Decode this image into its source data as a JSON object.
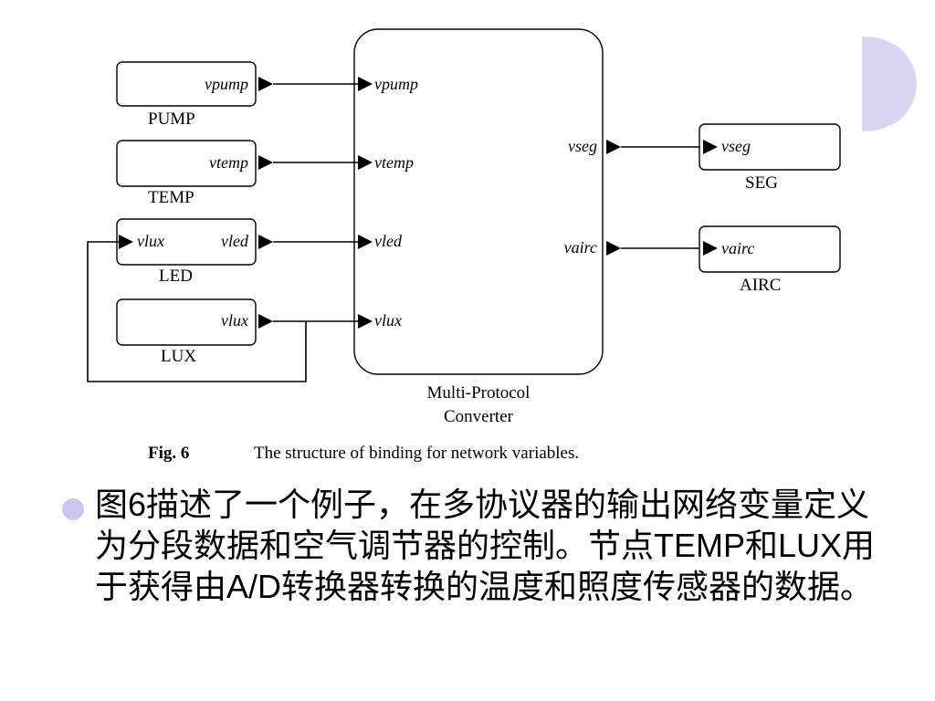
{
  "diagram": {
    "left_nodes": [
      {
        "id": "pump",
        "name": "PUMP",
        "inner": "vpump",
        "out_var": "vpump"
      },
      {
        "id": "temp",
        "name": "TEMP",
        "inner": "vtemp",
        "out_var": "vtemp"
      },
      {
        "id": "led",
        "name": "LED",
        "inner_left": "vlux",
        "inner": "vled",
        "out_var": "vled"
      },
      {
        "id": "lux",
        "name": "LUX",
        "inner": "vlux",
        "out_var": "vlux"
      }
    ],
    "converter": {
      "name_line1": "Multi-Protocol",
      "name_line2": "Converter",
      "inputs": [
        "vpump",
        "vtemp",
        "vled",
        "vlux"
      ],
      "outputs": [
        "vseg",
        "vairc"
      ]
    },
    "right_nodes": [
      {
        "id": "seg",
        "name": "SEG",
        "inner": "vseg"
      },
      {
        "id": "airc",
        "name": "AIRC",
        "inner": "vairc"
      }
    ],
    "caption_label": "Fig. 6",
    "caption_text": "The structure of binding for network variables."
  },
  "bullet_text": "图6描述了一个例子，在多协议器的输出网络变量定义为分段数据和空气调节器的控制。节点TEMP和LUX用于获得由A/D转换器转换的温度和照度传感器的数据。",
  "colors": {
    "bullet": "#c8c8ee",
    "deco": "#d6d6f2",
    "line": "#000000"
  }
}
